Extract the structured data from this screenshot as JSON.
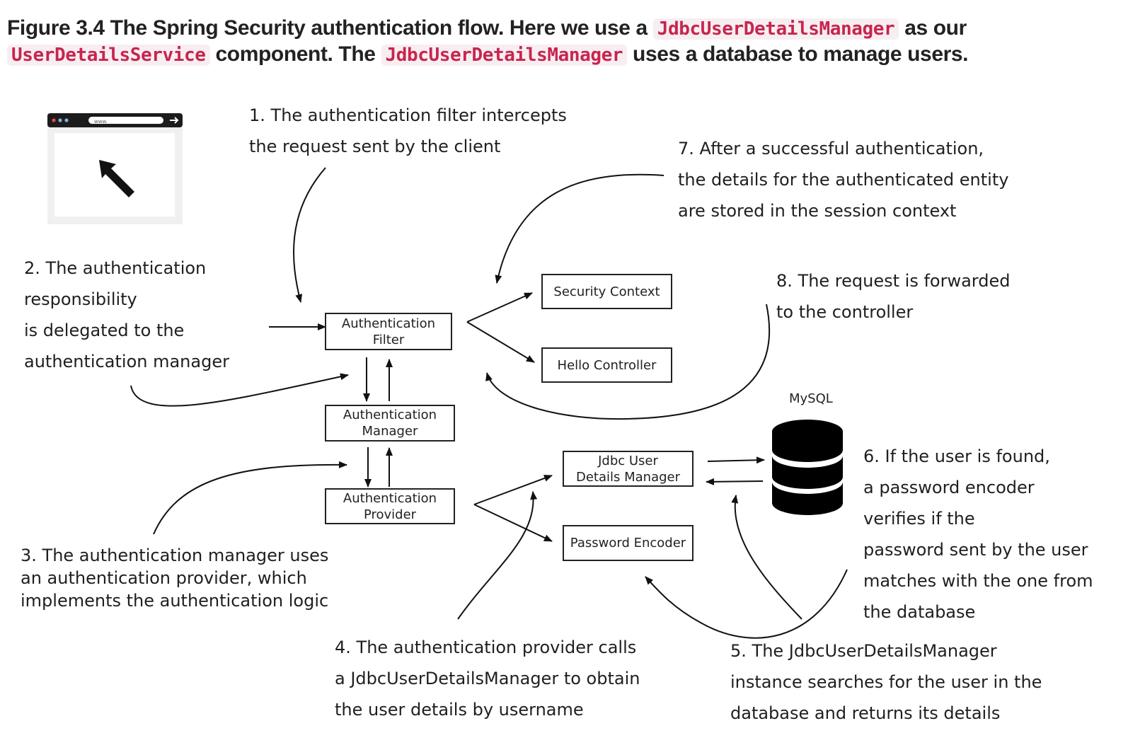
{
  "caption": {
    "prefix": "Figure 3.4 The Spring Security authentication flow. Here we use a",
    "code1": "JdbcUserDetailsManager",
    "mid1": "as our",
    "code2": "UserDetailsService",
    "mid2": "component. The",
    "code3": "JdbcUserDetailsManager",
    "suffix": "uses a database to manage users."
  },
  "nodes": {
    "auth_filter": [
      "Authentication",
      "Filter"
    ],
    "auth_manager": [
      "Authentication",
      "Manager"
    ],
    "auth_provider": [
      "Authentication",
      "Provider"
    ],
    "security_context": "Security Context",
    "hello_controller": "Hello Controller",
    "jdbc_manager": [
      "Jdbc User",
      "Details Manager"
    ],
    "password_encoder": "Password Encoder",
    "mysql": "MySQL"
  },
  "browser": {
    "url": "www."
  },
  "steps": {
    "s1": [
      "1. The authentication filter intercepts",
      "the request sent by the client"
    ],
    "s2": [
      "2. The authentication",
      "responsibility",
      "is delegated to the",
      "authentication manager"
    ],
    "s3": [
      "3. The authentication manager uses",
      "an authentication provider, which",
      "implements the authentication logic"
    ],
    "s4": [
      "4. The authentication provider calls",
      "a JdbcUserDetailsManager to obtain",
      "the user details by username"
    ],
    "s5": [
      "5. The JdbcUserDetailsManager",
      "instance searches for the user in the",
      "database and returns its details"
    ],
    "s6": [
      "6. If the user is found,",
      "a password encoder",
      "verifies if the",
      "password sent by the user",
      "matches  with the one from",
      "the database"
    ],
    "s7": [
      "7. After a successful authentication,",
      "the details for the authenticated entity",
      "are stored in the session context"
    ],
    "s8": [
      "8. The request is forwarded",
      "to the controller"
    ]
  }
}
